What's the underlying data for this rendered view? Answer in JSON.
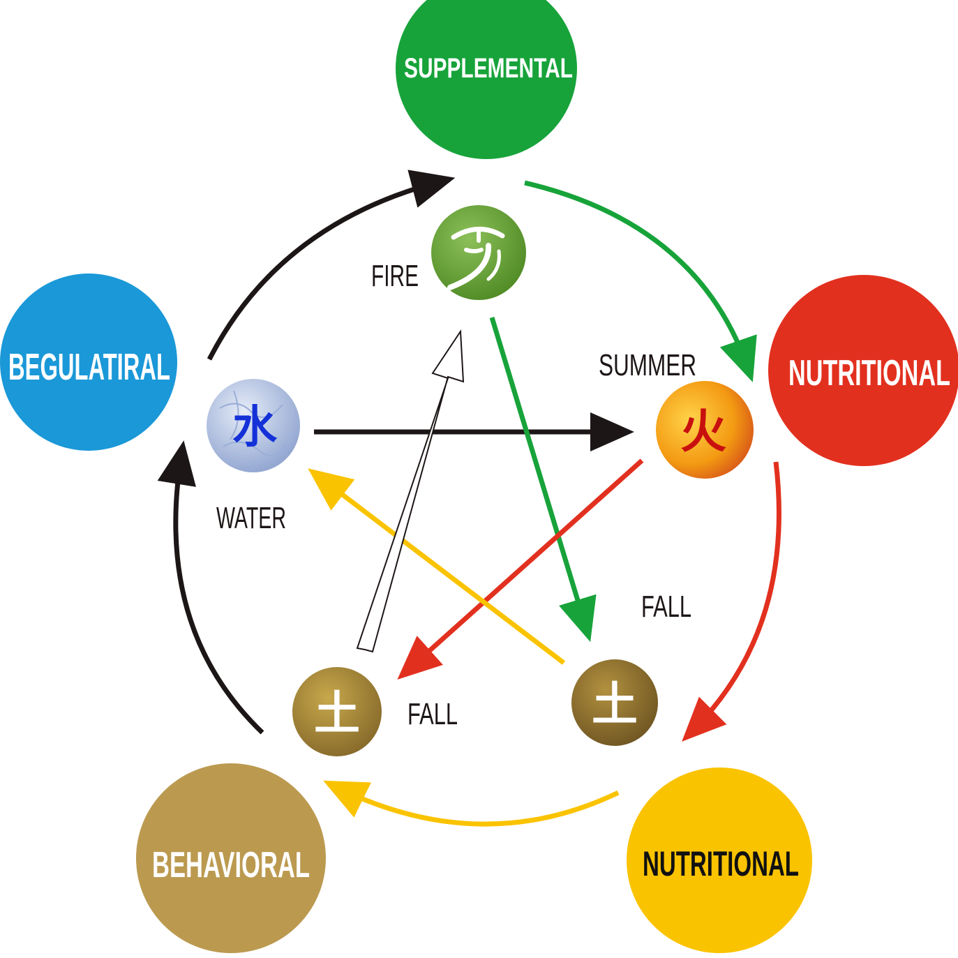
{
  "nodes": {
    "supplemental": {
      "label": "SUPPLEMENTAL",
      "color": "#17a33a",
      "text_color": "#ffffff"
    },
    "begulatiral": {
      "label": "BEGULATIRAL",
      "color": "#1a98d8",
      "text_color": "#ffffff"
    },
    "nutritional_red": {
      "label": "NUTRITIONAL",
      "color": "#e2301f",
      "text_color": "#ffffff"
    },
    "behavioral": {
      "label": "BEHAVIORAL",
      "color": "#bb9a50",
      "text_color": "#ffffff"
    },
    "nutritional_yellow": {
      "label": "NUTRITIONAL",
      "color": "#fac300",
      "text_color": "#111111"
    }
  },
  "elements": {
    "fire": {
      "label": "FIRE",
      "icon": "wood-glyph-icon",
      "color": "#6aa035"
    },
    "water": {
      "label": "WATER",
      "icon": "water-glyph-icon",
      "glyph": "水",
      "color": "#b9c8e6",
      "glyph_color": "#1431d8"
    },
    "summer": {
      "label": "SUMMER",
      "icon": "fire-glyph-icon",
      "glyph": "火",
      "color": "#f39a12",
      "glyph_color": "#c8100e"
    },
    "fall_right": {
      "label": "FALL",
      "icon": "earth-glyph-icon",
      "glyph": "土",
      "color": "#8f7130"
    },
    "fall_left": {
      "label": "FALL",
      "icon": "earth-glyph-icon",
      "glyph": "土",
      "color": "#a38536"
    }
  },
  "arrow_colors": {
    "black": "#1d1616",
    "green": "#17a33a",
    "red": "#e2301f",
    "yellow": "#fac300",
    "white": "#ffffff"
  }
}
